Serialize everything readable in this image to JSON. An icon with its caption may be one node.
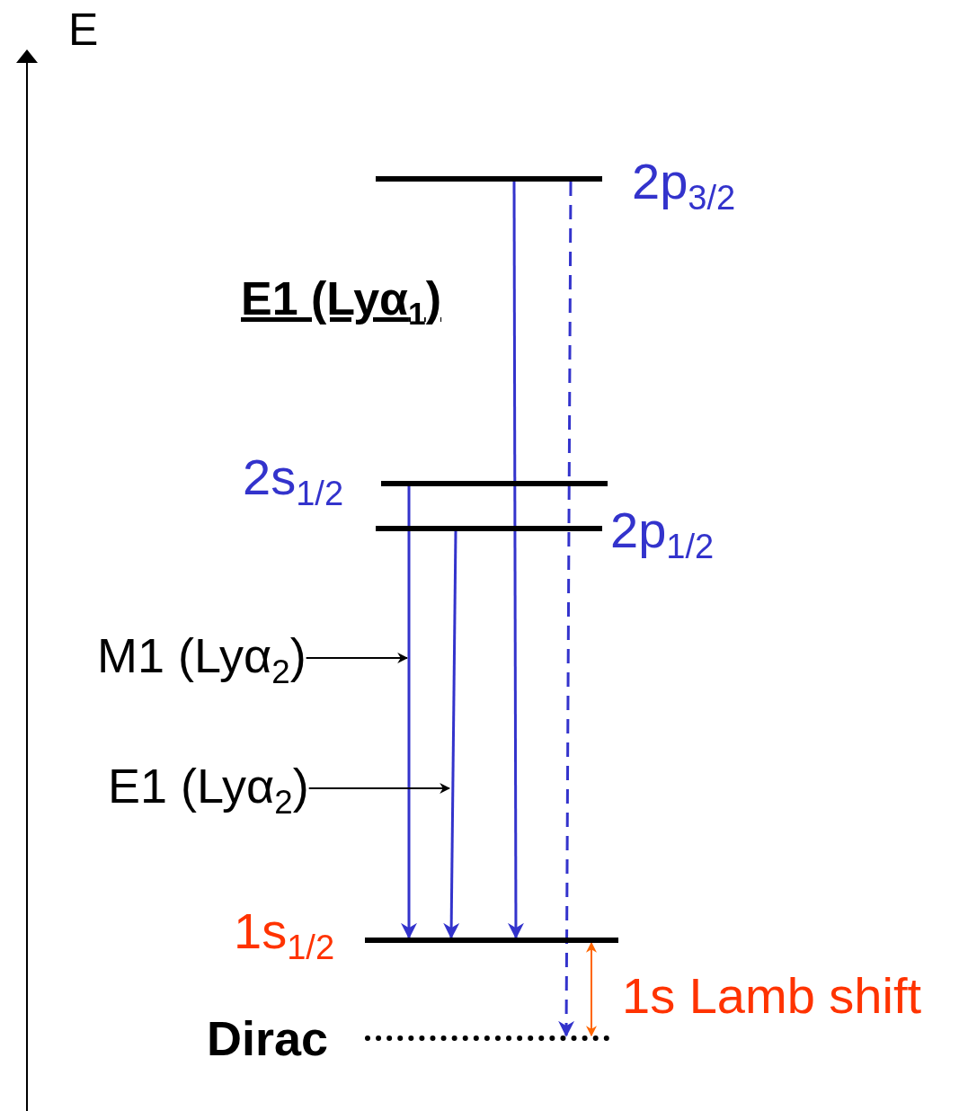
{
  "diagram": {
    "nodes": [
      {
        "text": [
          "2p$_{3/2}$"
        ]
      },
      {
        "text": [
          "2s$_{1/2}$"
        ]
      },
      {
        "text": [
          "2p$_{1/2}$"
        ]
      },
      {
        "text": [
          "1s$_{1/2}$"
        ]
      },
      {
        "text": [
          "Dirac"
        ]
      },
      {
        "text": [
          "M1 (Lyα$_{2}$)"
        ]
      },
      {
        "text": [
          "E1 (Lyα$_{2}$)"
        ]
      }
    ],
    "edges": [
      {
        "from": 1,
        "to": 3,
        "arrow": "to"
      },
      {
        "from": 2,
        "to": 3,
        "arrow": "to"
      },
      {
        "from": 0,
        "to": 3,
        "arrow": "to"
      },
      {
        "from": 0,
        "to": 4,
        "arrow": "to",
        "style": "dashed"
      },
      {
        "from": 5,
        "to": null,
        "arrow": "to",
        "color": "#000000"
      },
      {
        "from": 6,
        "to": null,
        "arrow": "to",
        "color": "#000000"
      },
      {
        "from": 3,
        "to": 4,
        "arrow": "both",
        "color": "#ff6600"
      }
    ],
    "labels": [
      "E",
      "E1 (Lyα$_{1}$)",
      "1s Lamb shift"
    ]
  }
}
